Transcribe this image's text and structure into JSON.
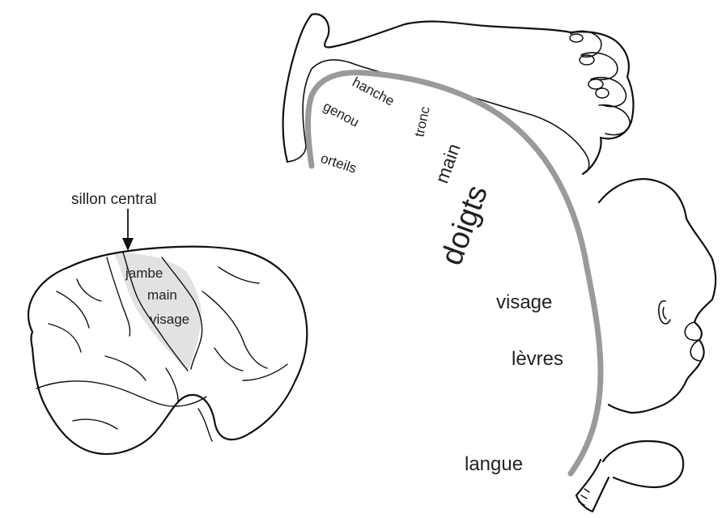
{
  "colors": {
    "outline": "#111111",
    "cortex_strip": "#9a9a9a",
    "motor_area_fill": "#e2e2e2",
    "text": "#222222",
    "background": "#ffffff"
  },
  "brain": {
    "sulcus_label": "sillon central",
    "regions": [
      "jambe",
      "main",
      "visage"
    ]
  },
  "homunculus": {
    "labels": [
      "hanche",
      "tronc",
      "genou",
      "orteils",
      "main",
      "doigts",
      "visage",
      "lèvres",
      "langue"
    ]
  }
}
